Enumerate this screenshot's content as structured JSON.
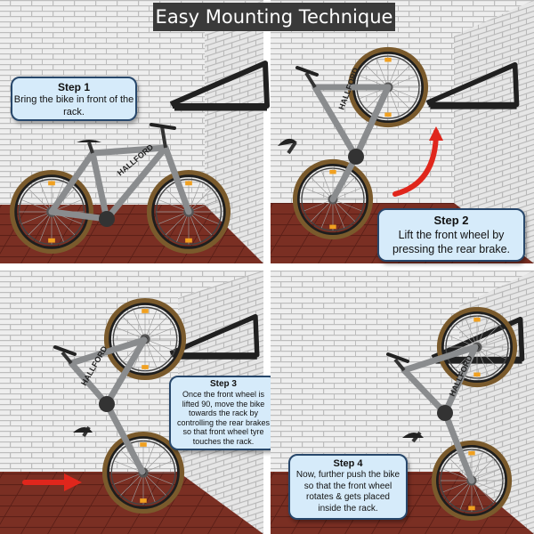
{
  "title": "Easy Mounting Technique",
  "bike_brand": "HALLFORD",
  "colors": {
    "title_bg": "#3a3a3a",
    "bubble_bg": "#d6ebfa",
    "bubble_border": "#27476b",
    "arrow": "#e0261c",
    "wall": "#eeeeee",
    "floor": "#7a2f23",
    "frame": "#8a8c8e"
  },
  "steps": [
    {
      "label": "Step 1",
      "text": "Bring the bike in front of the rack."
    },
    {
      "label": "Step 2",
      "text": "Lift the front wheel by pressing the rear brake."
    },
    {
      "label": "Step 3",
      "text": "Once the front wheel is lifted 90, move the bike towards the rack by controlling the rear brakes so that front wheel tyre touches the rack."
    },
    {
      "label": "Step 4",
      "text": "Now, further push the bike so that the front wheel rotates & gets placed inside the rack."
    }
  ]
}
